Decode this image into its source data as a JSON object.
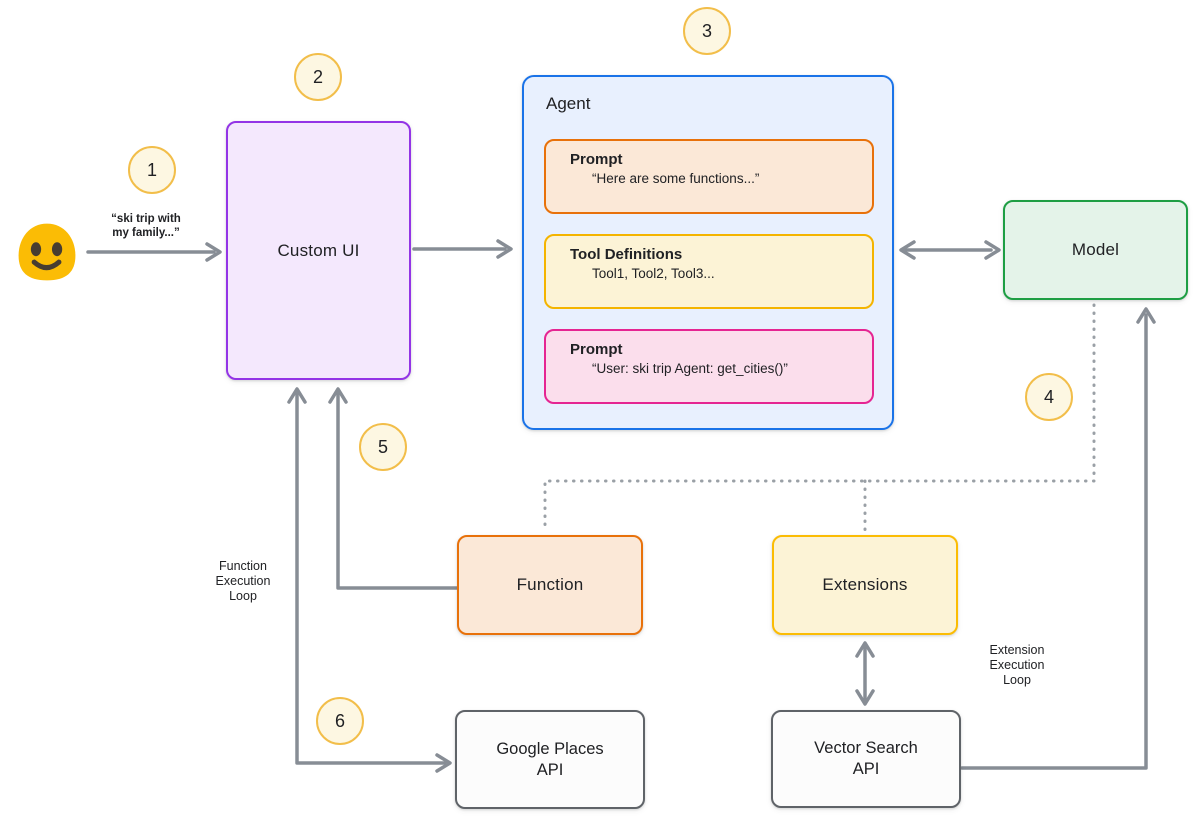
{
  "diagram": {
    "user": {
      "icon": "blob-smiley-emoji",
      "quote": [
        "“ski trip with",
        "my family...”"
      ]
    },
    "step_badges": [
      "1",
      "2",
      "3",
      "4",
      "5",
      "6"
    ],
    "custom_ui": {
      "label": "Custom UI",
      "fill": "#F4E8FD",
      "border": "#9334E6"
    },
    "agent": {
      "title": "Agent",
      "fill": "#E8F0FE",
      "border": "#1A73E8",
      "children": [
        {
          "title": "Prompt",
          "subtitle": "“Here are some functions...”",
          "fill": "#FBE8D7",
          "border": "#E8710A"
        },
        {
          "title": "Tool Definitions",
          "subtitle": "Tool1, Tool2, Tool3...",
          "fill": "#FCF3D6",
          "border": "#F4B400"
        },
        {
          "title": "Prompt",
          "subtitle": "“User: ski trip Agent: get_cities()”",
          "fill": "#FBDEEC",
          "border": "#E52592"
        }
      ]
    },
    "model": {
      "label": "Model",
      "fill": "#E4F3E9",
      "border": "#1E9E44"
    },
    "function": {
      "label": "Function",
      "fill": "#FBE8D7",
      "border": "#E8710A"
    },
    "extensions": {
      "label": "Extensions",
      "fill": "#FCF3D6",
      "border": "#FBBC04"
    },
    "google_places_api": {
      "label": [
        "Google Places",
        "API"
      ],
      "fill": "#FCFCFC",
      "border": "#5F6368"
    },
    "vector_search_api": {
      "label": [
        "Vector Search",
        "API"
      ],
      "fill": "#FCFCFC",
      "border": "#5F6368"
    },
    "loop_labels": {
      "function_loop": [
        "Function",
        "Execution",
        "Loop"
      ],
      "extension_loop": [
        "Extension",
        "Execution",
        "Loop"
      ]
    },
    "style": {
      "arrow_color": "#878D95",
      "dotted_color": "#9AA0A6",
      "badge_fill": "#FDF7E2",
      "badge_border": "#F2BE4A",
      "text_color": "#202124",
      "background": "#FFFFFF"
    }
  }
}
